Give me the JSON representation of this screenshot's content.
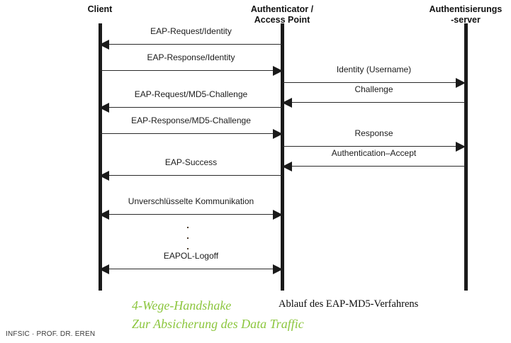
{
  "diagram": {
    "title_caption_black": "Ablauf des EAP-MD5-Verfahrens",
    "actors": [
      {
        "id": "client",
        "label": "Client"
      },
      {
        "id": "authenticator",
        "label": "Authenticator /\nAccess Point"
      },
      {
        "id": "server",
        "label": "Authentisierungs\n-server"
      }
    ],
    "messages": [
      {
        "id": "eap-request-identity",
        "label": "EAP-Request/Identity",
        "segment": "left",
        "direction": "left"
      },
      {
        "id": "eap-response-identity",
        "label": "EAP-Response/Identity",
        "segment": "left",
        "direction": "right"
      },
      {
        "id": "identity-username",
        "label": "Identity (Username)",
        "segment": "right",
        "direction": "right"
      },
      {
        "id": "challenge",
        "label": "Challenge",
        "segment": "right",
        "direction": "left"
      },
      {
        "id": "eap-request-md5-challenge",
        "label": "EAP-Request/MD5-Challenge",
        "segment": "left",
        "direction": "left"
      },
      {
        "id": "eap-response-md5-challenge",
        "label": "EAP-Response/MD5-Challenge",
        "segment": "left",
        "direction": "right"
      },
      {
        "id": "response",
        "label": "Response",
        "segment": "right",
        "direction": "right"
      },
      {
        "id": "authentication-accept",
        "label": "Authentication–Accept",
        "segment": "right",
        "direction": "left"
      },
      {
        "id": "eap-success",
        "label": "EAP-Success",
        "segment": "left",
        "direction": "left"
      },
      {
        "id": "unverschluesselte-kommunikation",
        "label": "Unverschlüsselte Kommunikation",
        "segment": "left",
        "direction": "both"
      },
      {
        "id": "eapol-logoff",
        "label": "EAPOL-Logoff",
        "segment": "left",
        "direction": "both"
      }
    ],
    "ellipsis": "···"
  },
  "captions": {
    "green_line1": "4-Wege-Handshake",
    "green_line2": "Zur Absicherung des Data Traffic",
    "green_color": "#8CC63E",
    "black_caption": "Ablauf des EAP-MD5-Verfahrens"
  },
  "footer": {
    "text": "INFSIC · PROF. DR. EREN"
  }
}
